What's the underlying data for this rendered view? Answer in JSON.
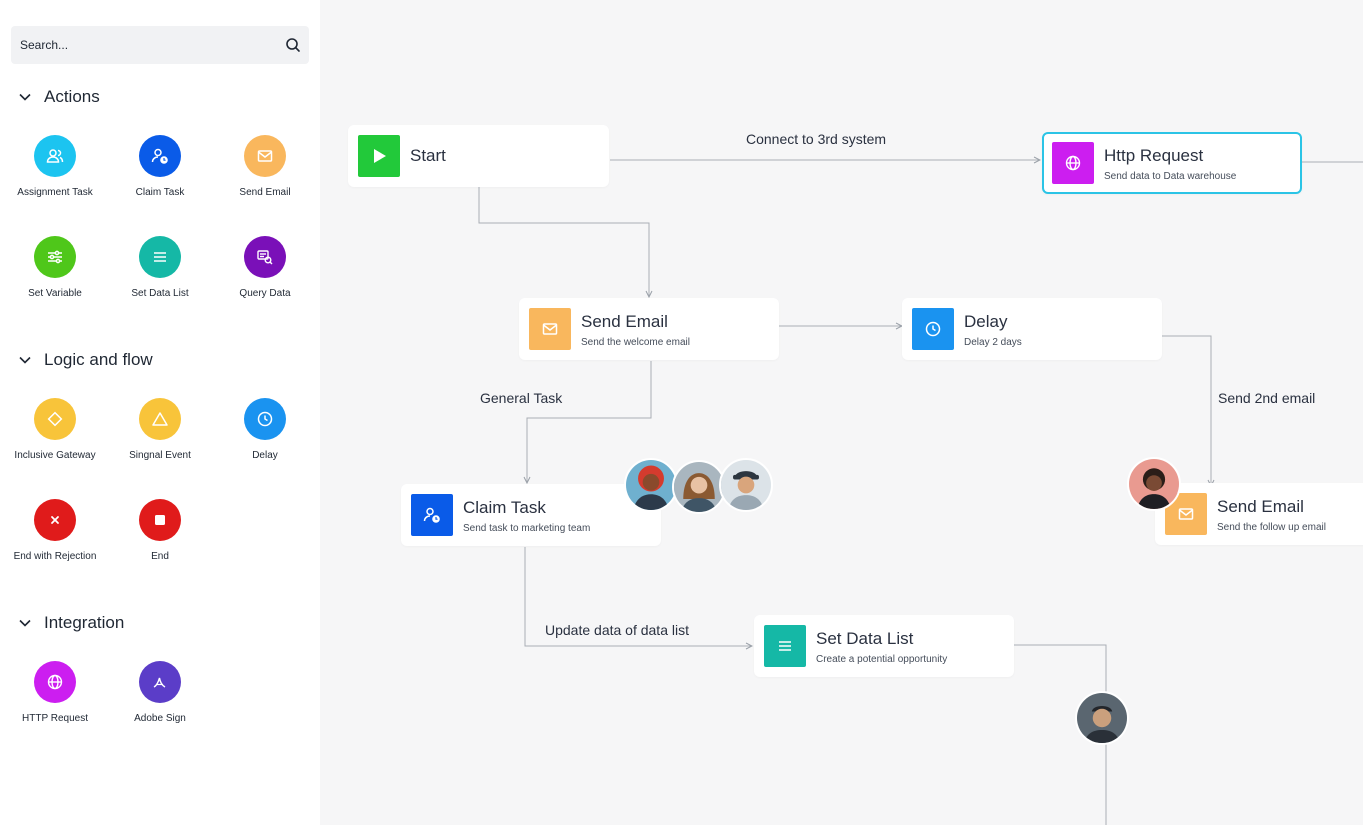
{
  "search": {
    "placeholder": "Search..."
  },
  "sidebar": {
    "sections": [
      {
        "title": "Actions",
        "items": [
          {
            "label": "Assignment Task",
            "icon": "users-icon",
            "color": "#1cc4f0"
          },
          {
            "label": "Claim Task",
            "icon": "user-clock-icon",
            "color": "#0a5be8"
          },
          {
            "label": "Send Email",
            "icon": "mail-icon",
            "color": "#f9b75d"
          },
          {
            "label": "Set Variable",
            "icon": "sliders-icon",
            "color": "#4fc71a"
          },
          {
            "label": "Set Data List",
            "icon": "list-icon",
            "color": "#15b8a6"
          },
          {
            "label": "Query Data",
            "icon": "search-doc-icon",
            "color": "#7a10b8"
          }
        ]
      },
      {
        "title": "Logic and flow",
        "items": [
          {
            "label": "Inclusive Gateway",
            "icon": "diamond-icon",
            "color": "#f8c43a"
          },
          {
            "label": "Singnal Event",
            "icon": "triangle-icon",
            "color": "#f8c43a"
          },
          {
            "label": "Delay",
            "icon": "clock-icon",
            "color": "#1a93f0"
          },
          {
            "label": "End with Rejection",
            "icon": "x-icon",
            "color": "#e01b1b"
          },
          {
            "label": "End",
            "icon": "stop-icon",
            "color": "#e01b1b"
          }
        ]
      },
      {
        "title": "Integration",
        "items": [
          {
            "label": "HTTP Request",
            "icon": "globe-icon",
            "color": "#cc1ef0"
          },
          {
            "label": "Adobe Sign",
            "icon": "adobe-sign-icon",
            "color": "#5b3dc8"
          }
        ]
      }
    ]
  },
  "canvas": {
    "nodes": {
      "start": {
        "title": "Start",
        "icon": "play-icon",
        "color": "#22c93a"
      },
      "http": {
        "title": "Http Request",
        "subtitle": "Send data to Data warehouse",
        "icon": "globe-icon",
        "color": "#cc1ef0",
        "accent": "#2bc4e6"
      },
      "send_email": {
        "title": "Send Email",
        "subtitle": "Send the welcome email",
        "icon": "mail-icon",
        "color": "#f9b75d"
      },
      "delay": {
        "title": "Delay",
        "subtitle": "Delay 2 days",
        "icon": "clock-icon",
        "color": "#1a93f0"
      },
      "claim": {
        "title": "Claim Task",
        "subtitle": "Send task to marketing team",
        "icon": "user-clock-icon",
        "color": "#0a5be8"
      },
      "send_email_2": {
        "title": "Send Email",
        "subtitle": "Send the follow up email",
        "icon": "mail-icon",
        "color": "#f9b75d"
      },
      "set_data": {
        "title": "Set Data List",
        "subtitle": "Create a potential opportunity",
        "icon": "list-icon",
        "color": "#15b8a6"
      }
    },
    "edge_labels": {
      "connect": "Connect to 3rd system",
      "general": "General Task",
      "second_email": "Send 2nd email",
      "update": "Update data of data list"
    }
  }
}
